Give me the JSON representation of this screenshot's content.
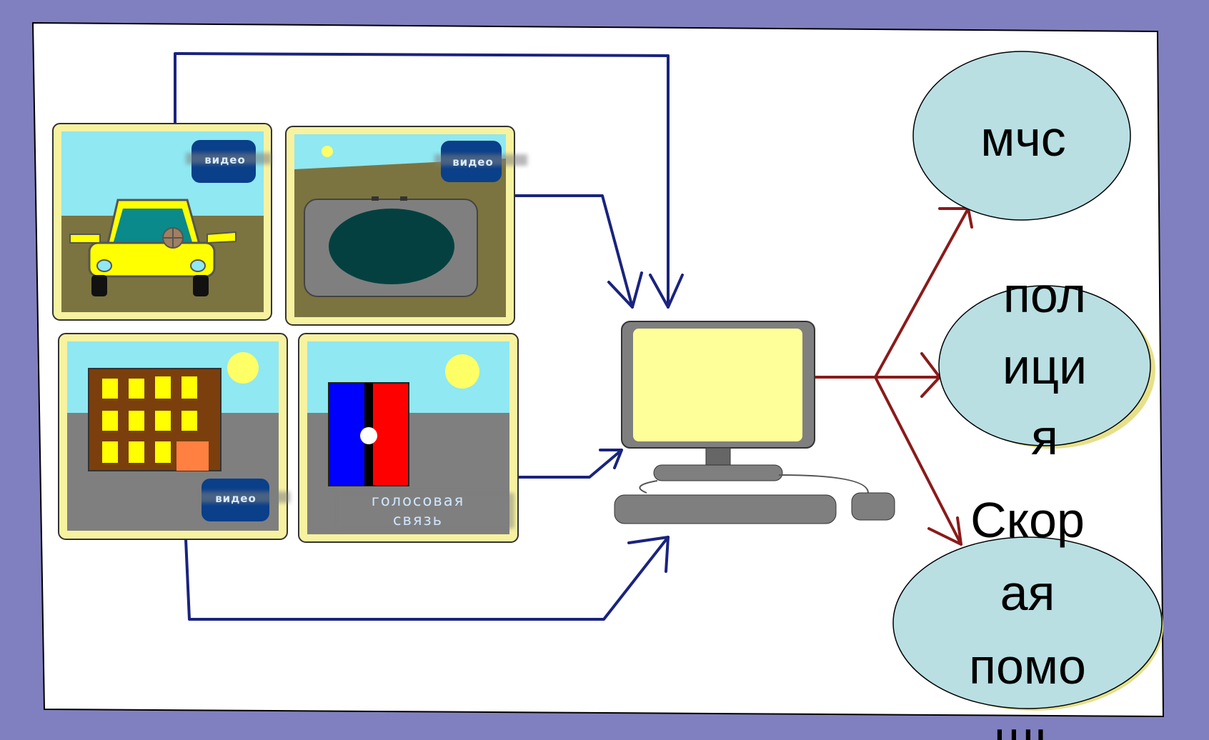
{
  "cameras": {
    "car": {
      "badge": "видео"
    },
    "manhole": {
      "badge": "видео"
    },
    "building": {
      "badge": "видео"
    },
    "voice": {
      "label_line1": "голосовая",
      "label_line2": "связь"
    }
  },
  "services": {
    "mchs": {
      "label": "мчс"
    },
    "police": {
      "line1": "пол",
      "line2": "ици",
      "line3": "я"
    },
    "ambulance": {
      "line1": "Скор",
      "line2": "ая",
      "line3": "помо",
      "line4": "щь"
    }
  },
  "colors": {
    "background": "#8080c0",
    "slide": "#ffffff",
    "input_arrows": "#1a237e",
    "output_arrows": "#8b1a1a",
    "panel_border": "#f7f2a0",
    "service_fill": "#b9dfe3"
  },
  "icons": [
    "car-icon",
    "manhole-icon",
    "building-icon",
    "intercom-icon",
    "computer-icon"
  ]
}
